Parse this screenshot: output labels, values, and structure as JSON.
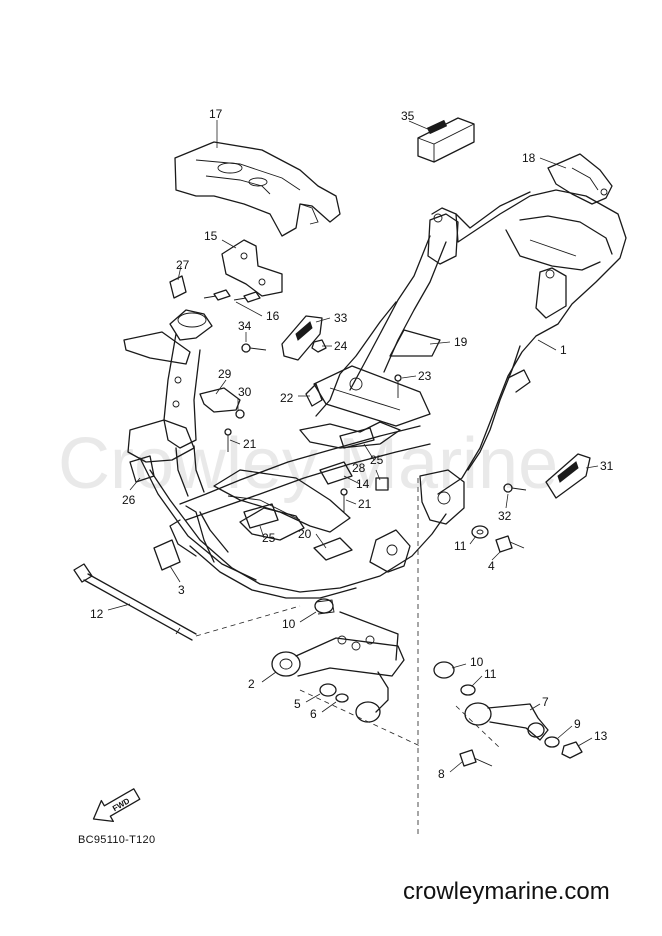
{
  "diagram": {
    "code": "BC95110-T120",
    "brand": "crowleymarine.com",
    "watermark": "Crowley Marine",
    "fwd_arrow_label": "FWD",
    "callouts": [
      {
        "id": "1",
        "text": "1"
      },
      {
        "id": "2",
        "text": "2"
      },
      {
        "id": "3",
        "text": "3"
      },
      {
        "id": "4",
        "text": "4"
      },
      {
        "id": "5",
        "text": "5"
      },
      {
        "id": "6",
        "text": "6"
      },
      {
        "id": "7",
        "text": "7"
      },
      {
        "id": "8",
        "text": "8"
      },
      {
        "id": "9",
        "text": "9"
      },
      {
        "id": "10a",
        "text": "10"
      },
      {
        "id": "10b",
        "text": "10"
      },
      {
        "id": "11a",
        "text": "11"
      },
      {
        "id": "11b",
        "text": "11"
      },
      {
        "id": "12",
        "text": "12"
      },
      {
        "id": "13",
        "text": "13"
      },
      {
        "id": "14",
        "text": "14"
      },
      {
        "id": "15",
        "text": "15"
      },
      {
        "id": "16",
        "text": "16"
      },
      {
        "id": "17",
        "text": "17"
      },
      {
        "id": "18",
        "text": "18"
      },
      {
        "id": "19",
        "text": "19"
      },
      {
        "id": "20",
        "text": "20"
      },
      {
        "id": "21a",
        "text": "21"
      },
      {
        "id": "21b",
        "text": "21"
      },
      {
        "id": "22",
        "text": "22"
      },
      {
        "id": "23",
        "text": "23"
      },
      {
        "id": "24",
        "text": "24"
      },
      {
        "id": "25a",
        "text": "25"
      },
      {
        "id": "25b",
        "text": "25"
      },
      {
        "id": "26",
        "text": "26"
      },
      {
        "id": "27",
        "text": "27"
      },
      {
        "id": "28",
        "text": "28"
      },
      {
        "id": "29",
        "text": "29"
      },
      {
        "id": "30",
        "text": "30"
      },
      {
        "id": "31",
        "text": "31"
      },
      {
        "id": "32",
        "text": "32"
      },
      {
        "id": "33",
        "text": "33"
      },
      {
        "id": "34",
        "text": "34"
      },
      {
        "id": "35",
        "text": "35"
      }
    ]
  }
}
